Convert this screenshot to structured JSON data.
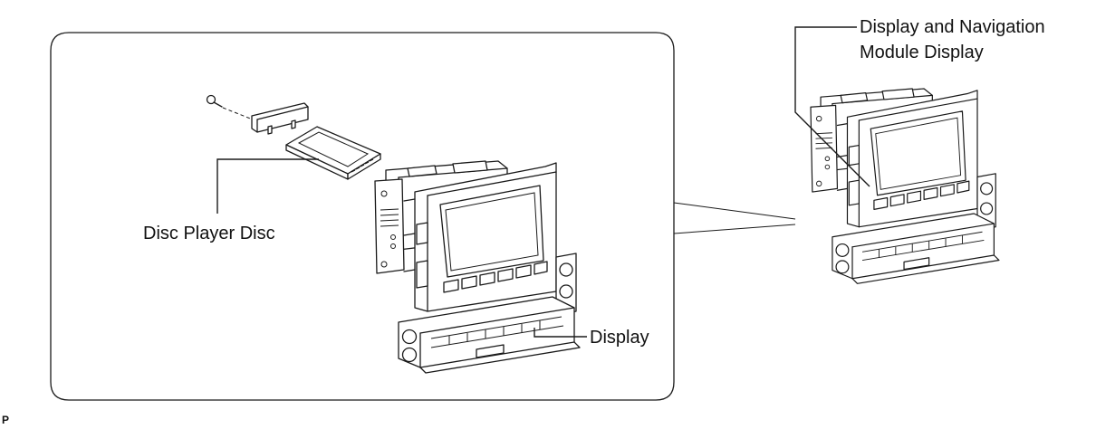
{
  "labels": {
    "disc_player_disc": "Disc Player Disc",
    "display": "Display",
    "module_line1": "Display and Navigation",
    "module_line2": "Module Display"
  },
  "corner_code": "P",
  "colors": {
    "line": "#1a1a1a",
    "background": "#ffffff"
  }
}
